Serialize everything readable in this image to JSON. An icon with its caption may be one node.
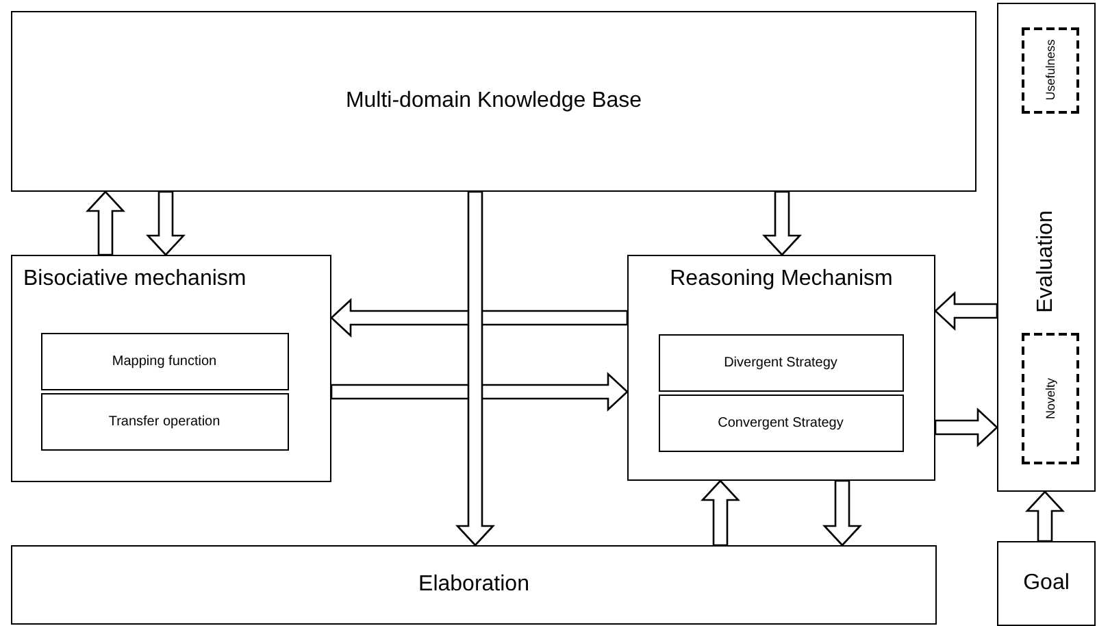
{
  "diagram": {
    "nodes": [
      {
        "text": [
          "Multi-domain Knowledge Base"
        ]
      },
      {
        "text": [
          "Bisociative mechanism"
        ]
      },
      {
        "text": [
          "Mapping function"
        ],
        "in": 1
      },
      {
        "text": [
          "Transfer operation"
        ],
        "in": 1
      },
      {
        "text": [
          "Reasoning Mechanism"
        ]
      },
      {
        "text": [
          "Divergent Strategy"
        ],
        "in": 4
      },
      {
        "text": [
          "Convergent Strategy"
        ],
        "in": 4
      },
      {
        "text": [
          "Evaluation"
        ]
      },
      {
        "text": [
          "Usefulness"
        ],
        "in": 7
      },
      {
        "text": [
          "Novelty"
        ],
        "in": 7
      },
      {
        "text": [
          "Elaboration"
        ]
      },
      {
        "text": [
          "Goal"
        ]
      }
    ],
    "edges": [
      {
        "from": 1,
        "to": 0,
        "arrow": "to"
      },
      {
        "from": 0,
        "to": 1,
        "arrow": "to"
      },
      {
        "from": 0,
        "to": 10,
        "arrow": "to"
      },
      {
        "from": 0,
        "to": 4,
        "arrow": "to"
      },
      {
        "from": 4,
        "to": 1,
        "arrow": "to"
      },
      {
        "from": 1,
        "to": 4,
        "arrow": "to"
      },
      {
        "from": 7,
        "to": 4,
        "arrow": "to"
      },
      {
        "from": 4,
        "to": 7,
        "arrow": "to"
      },
      {
        "from": 10,
        "to": 4,
        "arrow": "to"
      },
      {
        "from": 4,
        "to": 10,
        "arrow": "to"
      },
      {
        "from": 11,
        "to": 7,
        "arrow": "to"
      }
    ]
  }
}
